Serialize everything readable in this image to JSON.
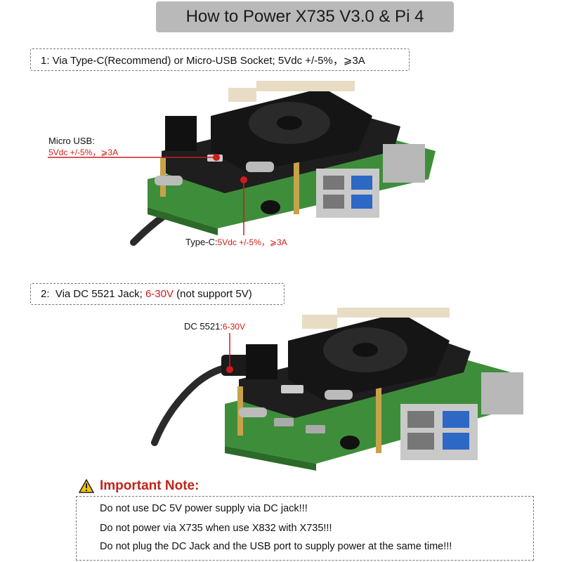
{
  "title": "How to Power X735 V3.0 & Pi 4",
  "step1": {
    "text": "1:  Via Type-C(Recommend) or Micro-USB Socket; 5Vdc +/-5%，⩾3A"
  },
  "callouts": {
    "micro_usb_label": "Micro USB:",
    "micro_usb_spec": "5Vdc +/-5%，⩾3A",
    "type_c_label": "Type-C:",
    "type_c_spec": "5Vdc +/-5%，⩾3A",
    "dc_label": "DC 5521:",
    "dc_spec": "6-30V"
  },
  "step2": {
    "prefix": "2:  Via DC 5521 Jack; ",
    "voltage": "6-30V",
    "suffix": " (not support 5V)"
  },
  "note": {
    "title": "Important Note:",
    "lines": [
      "Do not use DC 5V power supply via DC jack!!!",
      "Do not power via X735 when use X832 with X735!!!",
      "Do not plug the DC Jack and the USB port to supply power at the same time!!!"
    ]
  },
  "colors": {
    "accent_red": "#d11a1a",
    "note_red": "#c4221a",
    "title_bg": "#b9b9b9",
    "pcb_green": "#3e8d3a"
  }
}
